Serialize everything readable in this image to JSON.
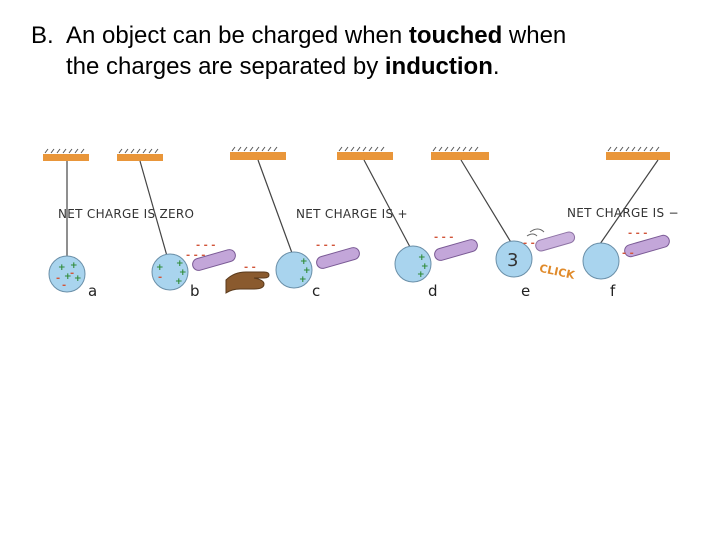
{
  "slide": {
    "bullet_label": "B.",
    "line1_prefix": "An object can be charged when ",
    "line1_bold": "touched",
    "line1_suffix": " when",
    "line2_prefix": "the charges are separated by ",
    "line2_bold": "induction",
    "line2_suffix": "."
  },
  "figure": {
    "net_labels": [
      "NET CHARGE IS ZERO",
      "NET CHARGE IS +",
      "NET CHARGE IS −"
    ],
    "panel_labels": [
      "a",
      "b",
      "c",
      "d",
      "e",
      "f"
    ],
    "click_text": "CLICK",
    "colors": {
      "ceiling": "#e9963a",
      "sphere": "#a9d4ee",
      "rod": "#c3a6d9",
      "hand": "#8a5a2e",
      "plus": "#2e8a36",
      "minus": "#d2553a"
    }
  }
}
